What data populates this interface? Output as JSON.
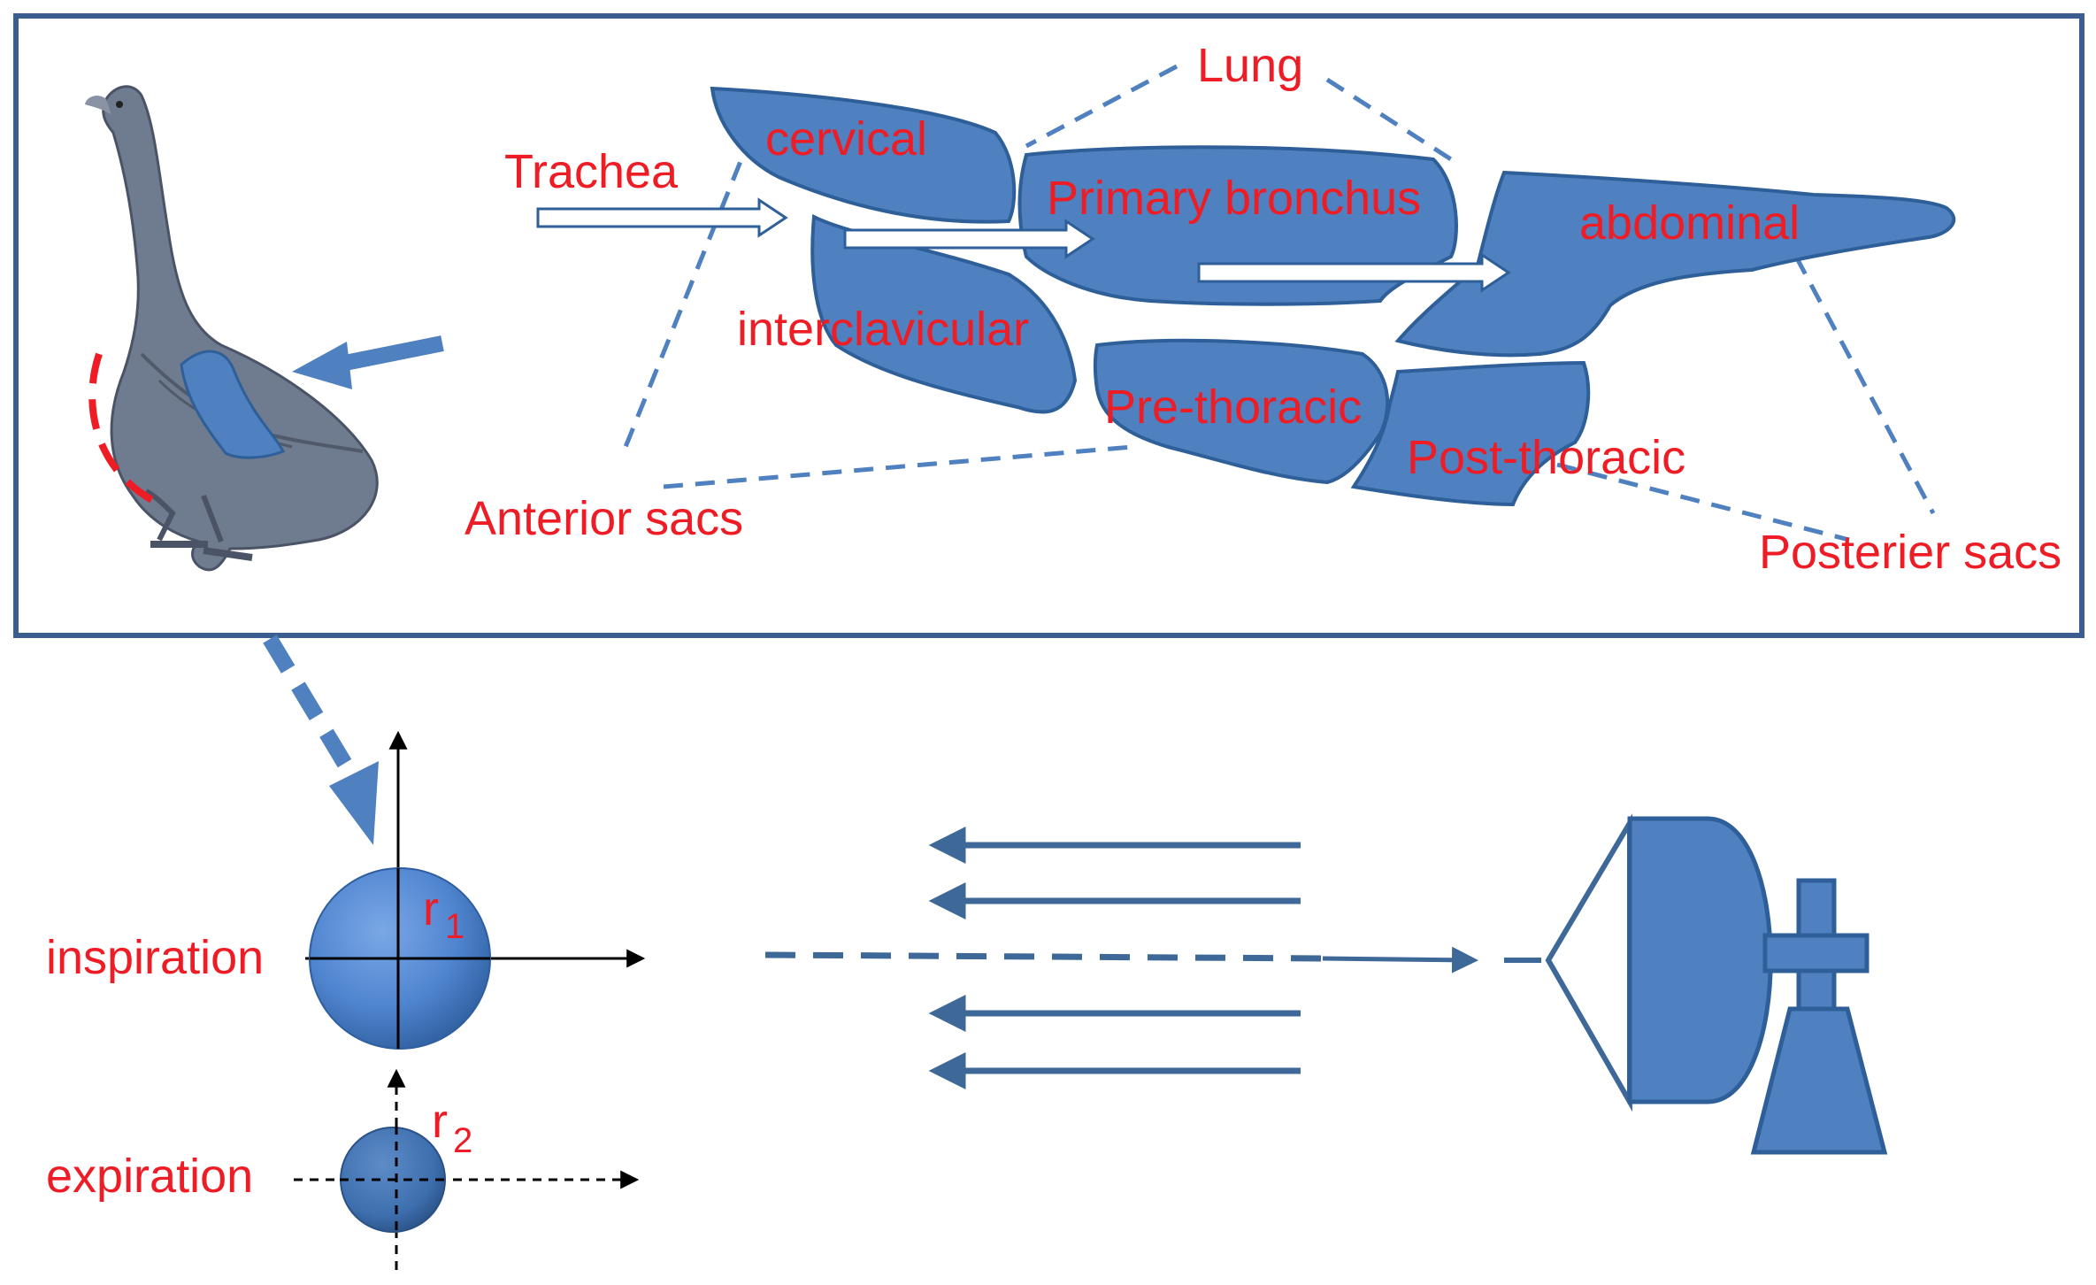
{
  "colors": {
    "label": "#ee1c25",
    "fill": "#4f80bf",
    "stroke": "#2e5f99",
    "frame": "#3a5e8f",
    "arrow_dark": "#3e6898",
    "goose": "#6f7b8e"
  },
  "labels": {
    "lung": "Lung",
    "trachea": "Trachea",
    "cervical": "cervical",
    "primary_bronchus": "Primary bronchus",
    "abdominal": "abdominal",
    "interclavicular": "interclavicular",
    "pre_thoracic": "Pre-thoracic",
    "post_thoracic": "Post-thoracic",
    "anterior_sacs": "Anterior sacs",
    "posterior_sacs": "Posterier sacs",
    "inspiration": "inspiration",
    "expiration": "expiration",
    "r1_base": "r",
    "r1_sub": "1",
    "r2_base": "r",
    "r2_sub": "2"
  },
  "icons": {
    "goose": "goose-icon",
    "radar": "radar-antenna-icon"
  }
}
